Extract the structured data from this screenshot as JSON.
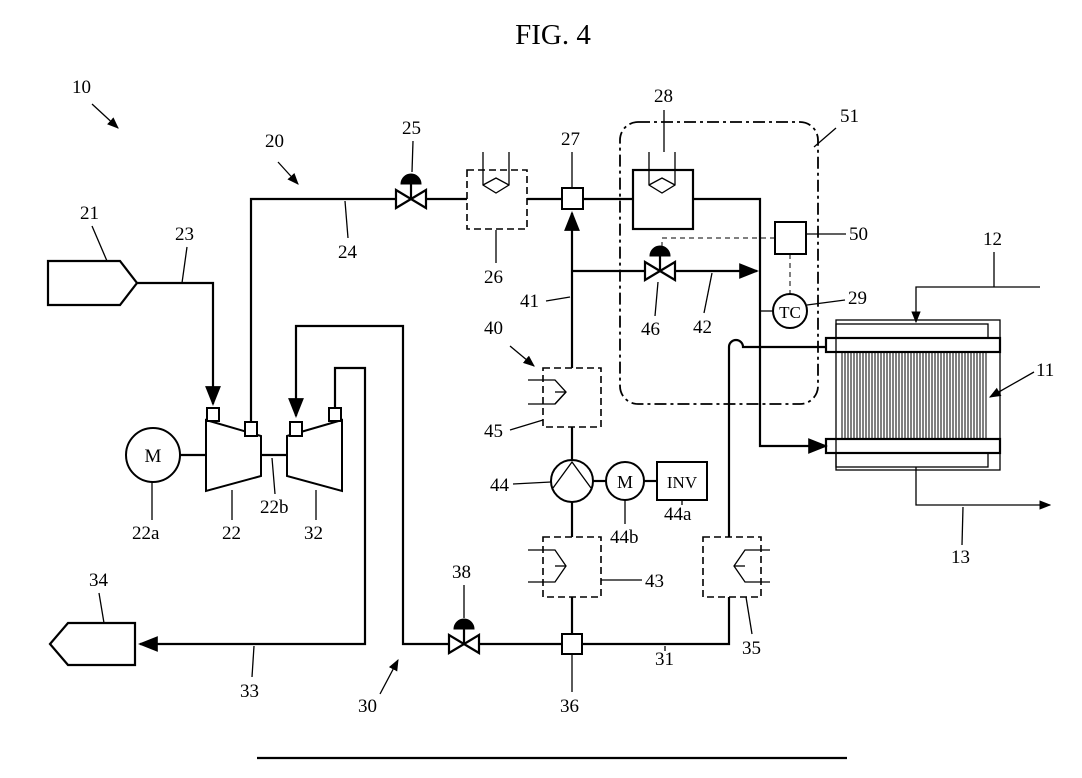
{
  "figure": {
    "title": "FIG. 4"
  },
  "labels": {
    "system": "10",
    "fuel_cell_stack": "11",
    "line_in": "12",
    "line_out": "13",
    "air_supply_system": "20",
    "air_source": "21",
    "compressor": "22",
    "motor_compressor": "22a",
    "shaft": "22b",
    "intake_line": "23",
    "supply_line": "24",
    "valve_supply": "25",
    "cooler_26": "26",
    "junction_27": "27",
    "humidifier": "28",
    "temp_controller": "29",
    "exhaust_system": "30",
    "return_line": "31",
    "turbine": "32",
    "exhaust_line": "33",
    "exhaust_outlet": "34",
    "exchanger_35": "35",
    "junction_36": "36",
    "valve_38": "38",
    "cooling_system": "40",
    "line_41": "41",
    "line_42": "42",
    "exchanger_43": "43",
    "pump": "44",
    "inverter_ref": "44a",
    "pump_motor_ref": "44b",
    "exchanger_45": "45",
    "valve_46": "46",
    "controller": "50",
    "region_51": "51"
  },
  "symbols": {
    "motor_glyph": "M",
    "inverter_glyph": "INV",
    "temp_glyph": "TC"
  },
  "icons": [
    "motor-icon",
    "pump-icon",
    "valve-icon",
    "heat-exchanger-icon",
    "fuel-cell-stack-icon"
  ]
}
